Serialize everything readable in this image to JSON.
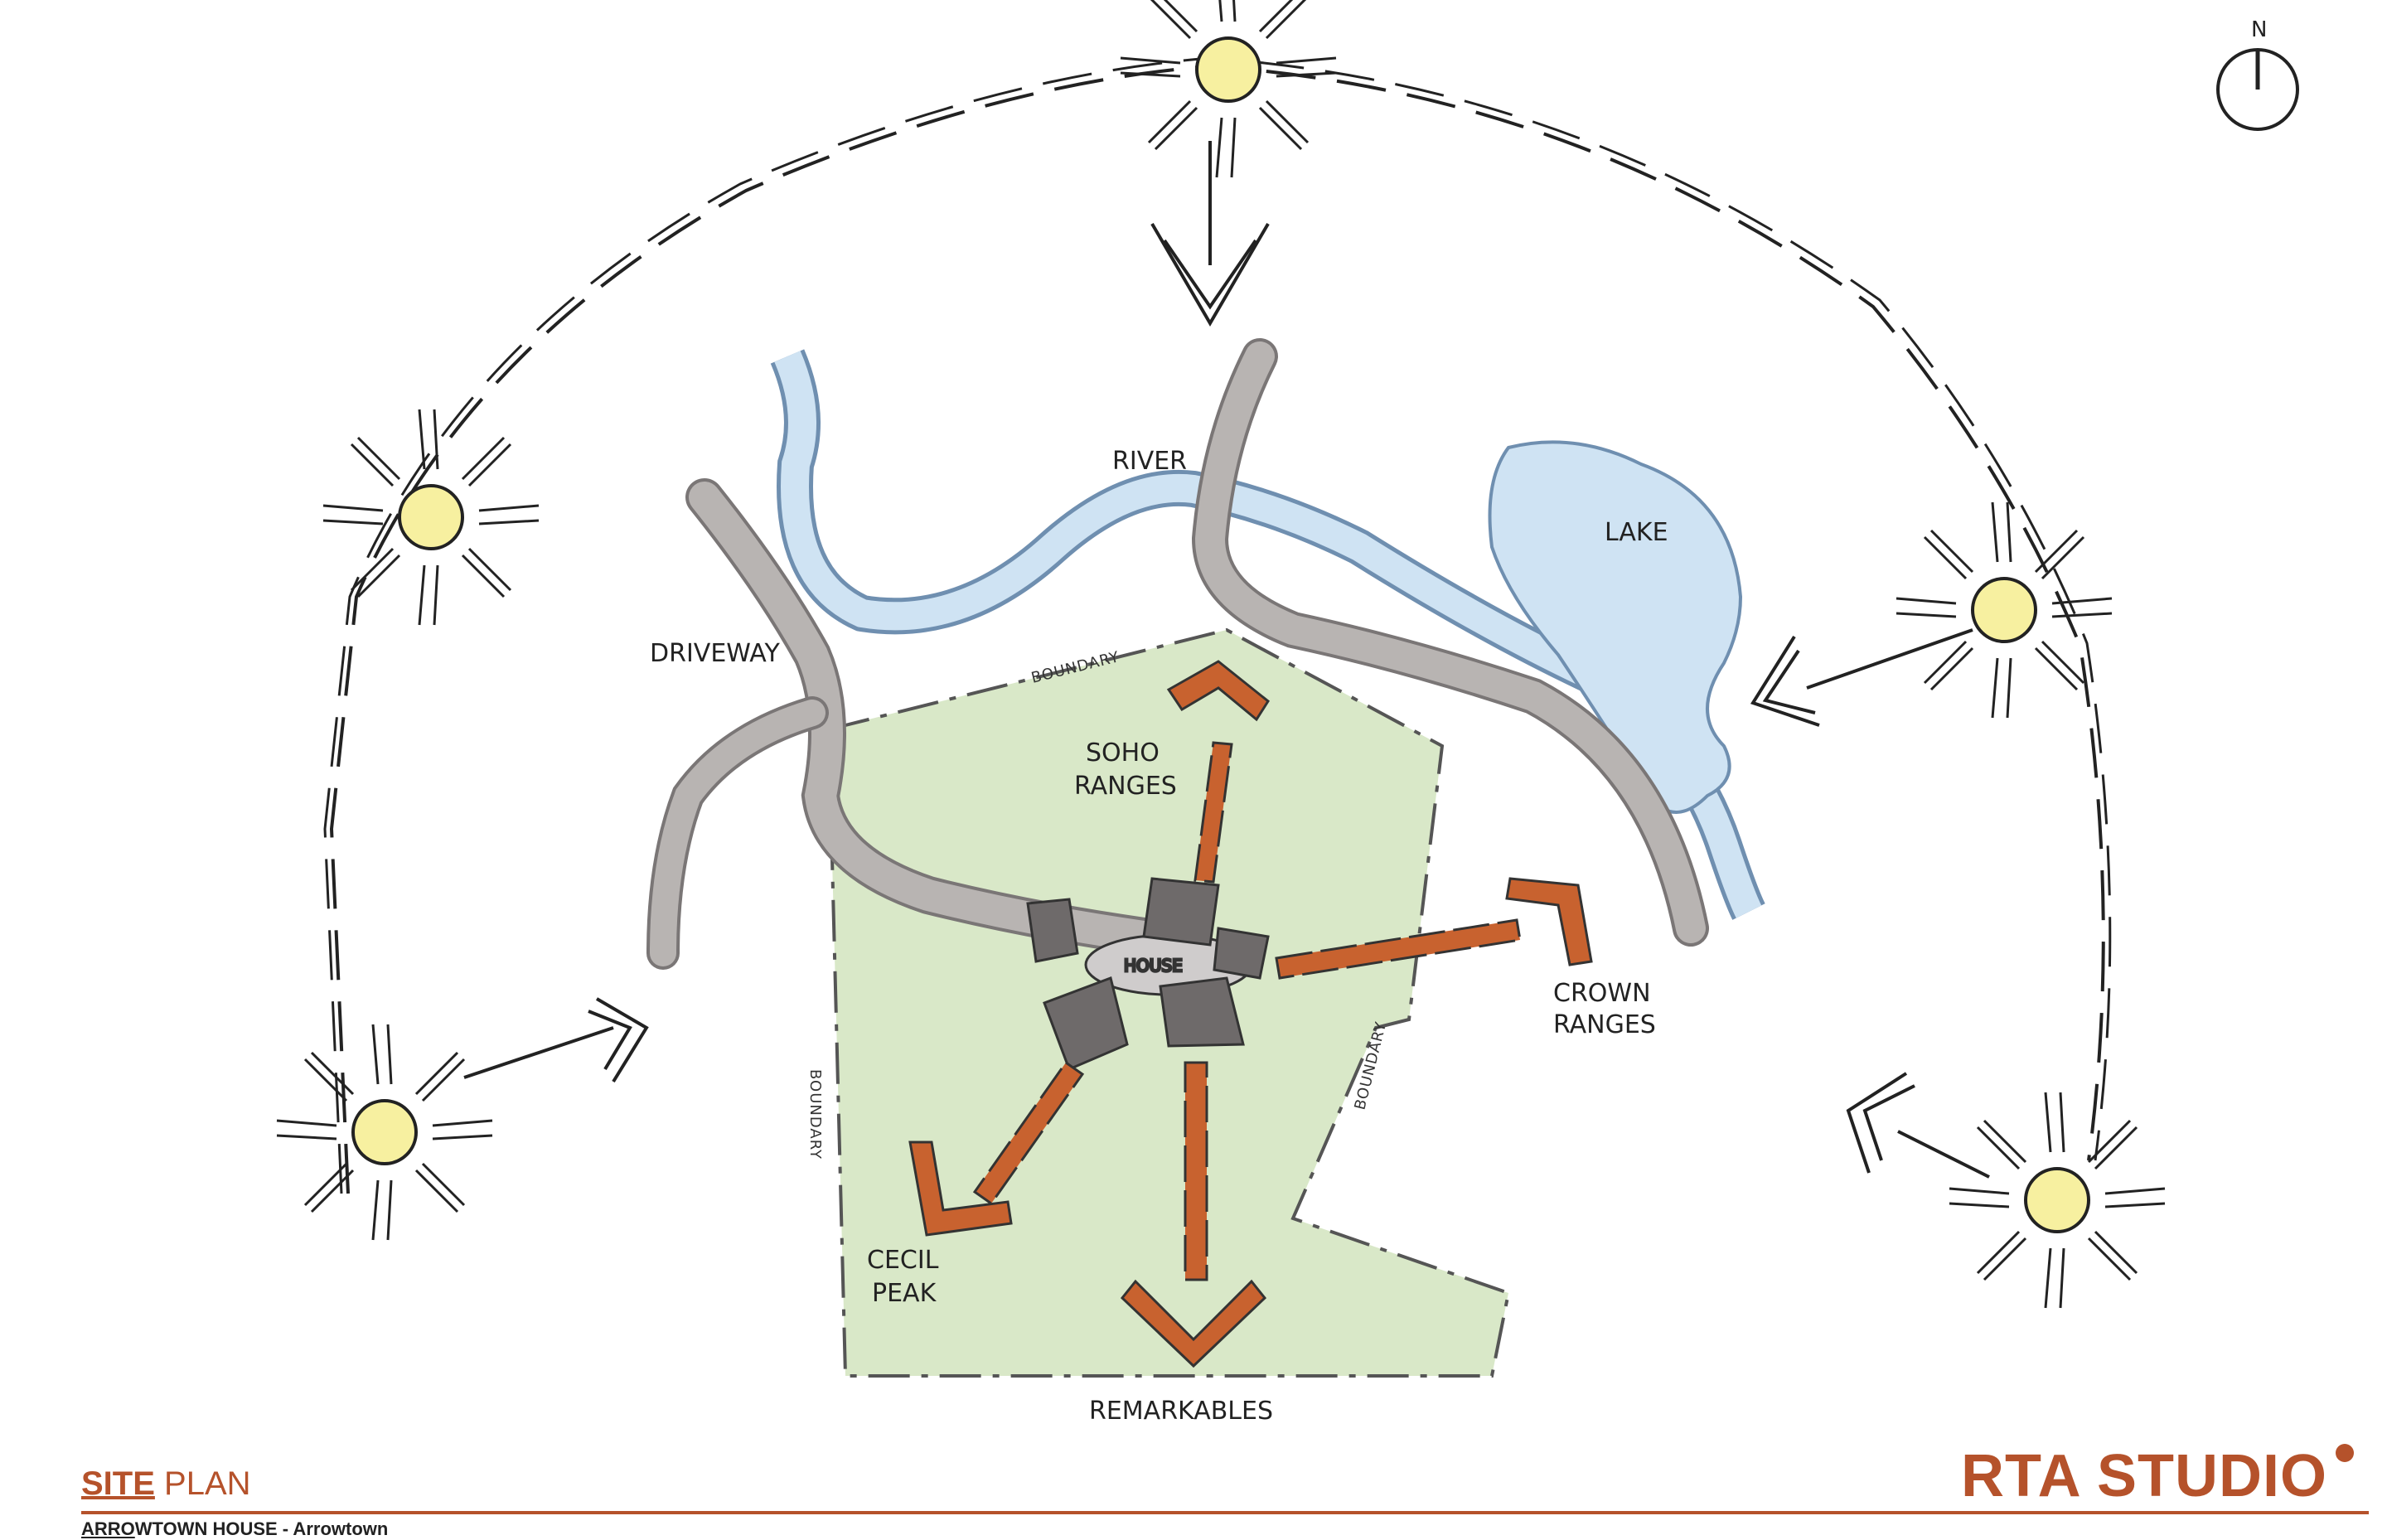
{
  "labels": {
    "river": "RIVER",
    "lake": "LAKE",
    "driveway": "DRIVEWAY",
    "boundary_top": "BOUNDARY",
    "boundary_left": "BOUNDARY",
    "boundary_right": "BOUNDARY",
    "soho_1": "SOHO",
    "soho_2": "RANGES",
    "crown_1": "CROWN",
    "crown_2": "RANGES",
    "cecil_1": "CECIL",
    "cecil_2": "PEAK",
    "remarkables": "REMARKABLES",
    "house": "HOUSE",
    "north": "N"
  },
  "footer": {
    "title_part1": "SITE",
    "title_part2": "PLAN",
    "subtitle_part1": "ARRO",
    "subtitle_part2": "WTOWN HOUSE - Arrowtown",
    "brand": "RTA STUDIO"
  },
  "colors": {
    "site": "#d9e8c8",
    "water": "#cfe3f3",
    "road": "#b8b4b2",
    "building": "#6e6a6a",
    "arrow": "#c8622f",
    "sun": "#f7f0a0",
    "brand": "#b5522b"
  },
  "icons": [
    "sun-icon",
    "north-arrow-icon",
    "view-arrow-icon"
  ]
}
